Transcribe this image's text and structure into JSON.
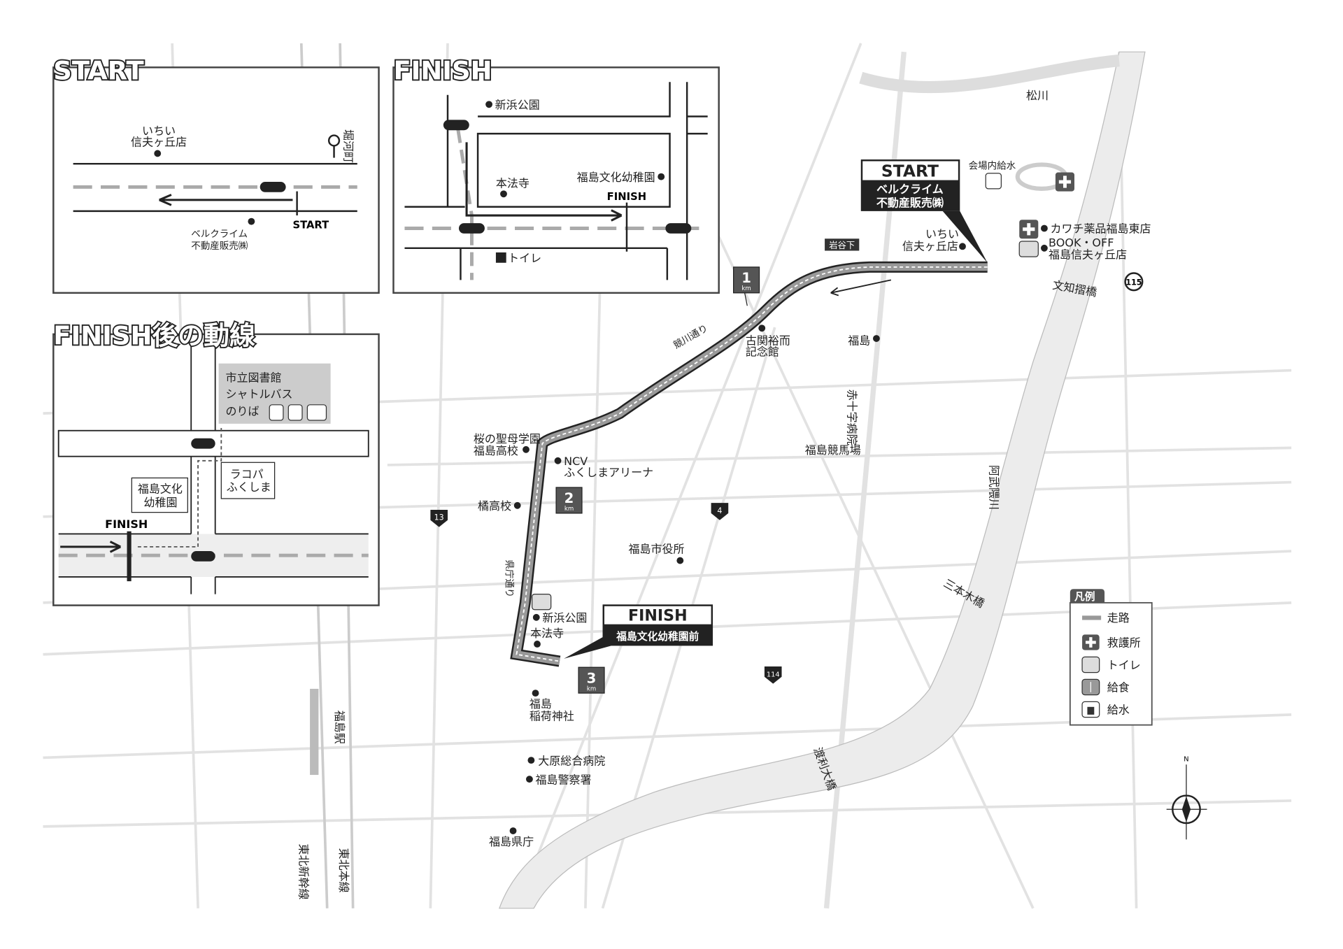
{
  "insets": {
    "start": {
      "title": "START",
      "shop_a": "いちい",
      "shop_b": "信夫ヶ丘店",
      "bus_stop": "堀河町",
      "start_label": "START",
      "bel_a": "ベルクライム",
      "bel_b": "不動産販売㈱"
    },
    "finish": {
      "title": "FINISH",
      "park": "新浜公園",
      "temple": "本法寺",
      "kinder": "福島文化幼稚園",
      "finish_label": "FINISH",
      "toilet": "トイレ"
    },
    "after": {
      "title": "FINISH後の動線",
      "library_a": "市立図書館",
      "library_b": "シャトルバス",
      "library_c": "のりば",
      "lacopa_a": "ラコパ",
      "lacopa_b": "ふくしま",
      "kinder_a": "福島文化",
      "kinder_b": "幼稚園",
      "finish_label": "FINISH"
    }
  },
  "callouts": {
    "start": {
      "title": "START",
      "sub_a": "ベルクライム",
      "sub_b": "不動産販売㈱"
    },
    "finish": {
      "title": "FINISH",
      "sub": "福島文化幼稚園前"
    }
  },
  "km_markers": [
    {
      "num": "1",
      "unit": "km"
    },
    {
      "num": "2",
      "unit": "km"
    },
    {
      "num": "3",
      "unit": "km"
    }
  ],
  "places": {
    "matsukawa": "松川",
    "water_station": "会場内給水",
    "kawachi": "カワチ薬品福島東店",
    "bookoff_a": "BOOK・OFF",
    "bookoff_b": "福島信夫ヶ丘店",
    "ichii_a": "いちい",
    "ichii_b": "信夫ヶ丘店",
    "iwayashita": "岩谷下",
    "bunchi": "文知摺橋",
    "route115": "115",
    "surikami": "競川通り",
    "koseki_a": "古関裕而",
    "koseki_b": "記念館",
    "sekijuji": "赤十字病院",
    "sekijuji_pre": "福島",
    "keiba": "福島競馬場",
    "abukuma": "阿武隈川",
    "sanbongi": "三本木橋",
    "shouin_a": "桜の聖母学園",
    "shouin_b": "福島高校",
    "ncv_a": "NCV",
    "ncv_b": "ふくしまアリーナ",
    "tachibana": "橘高校",
    "route13": "13",
    "route4": "4",
    "cityhall": "福島市役所",
    "kencho_dori": "県庁通り",
    "shinhama": "新浜公園",
    "honpoji": "本法寺",
    "route114": "114",
    "inari_a": "福島",
    "inari_b": "稲荷神社",
    "ohara": "大原総合病院",
    "police": "福島警察署",
    "prefecture": "福島県庁",
    "station": "福島駅",
    "watari": "渡利大橋",
    "shinkansen": "東北新幹線",
    "tohoku": "東北本線",
    "north": "N"
  },
  "legend": {
    "title": "凡例",
    "items": [
      {
        "icon": "route-line",
        "label": "走路"
      },
      {
        "icon": "first-aid-icon",
        "label": "救護所"
      },
      {
        "icon": "toilet-icon",
        "label": "トイレ"
      },
      {
        "icon": "food-icon",
        "label": "給食"
      },
      {
        "icon": "water-icon",
        "label": "給水"
      }
    ]
  },
  "colors": {
    "route": "#888888",
    "box": "#222222"
  }
}
